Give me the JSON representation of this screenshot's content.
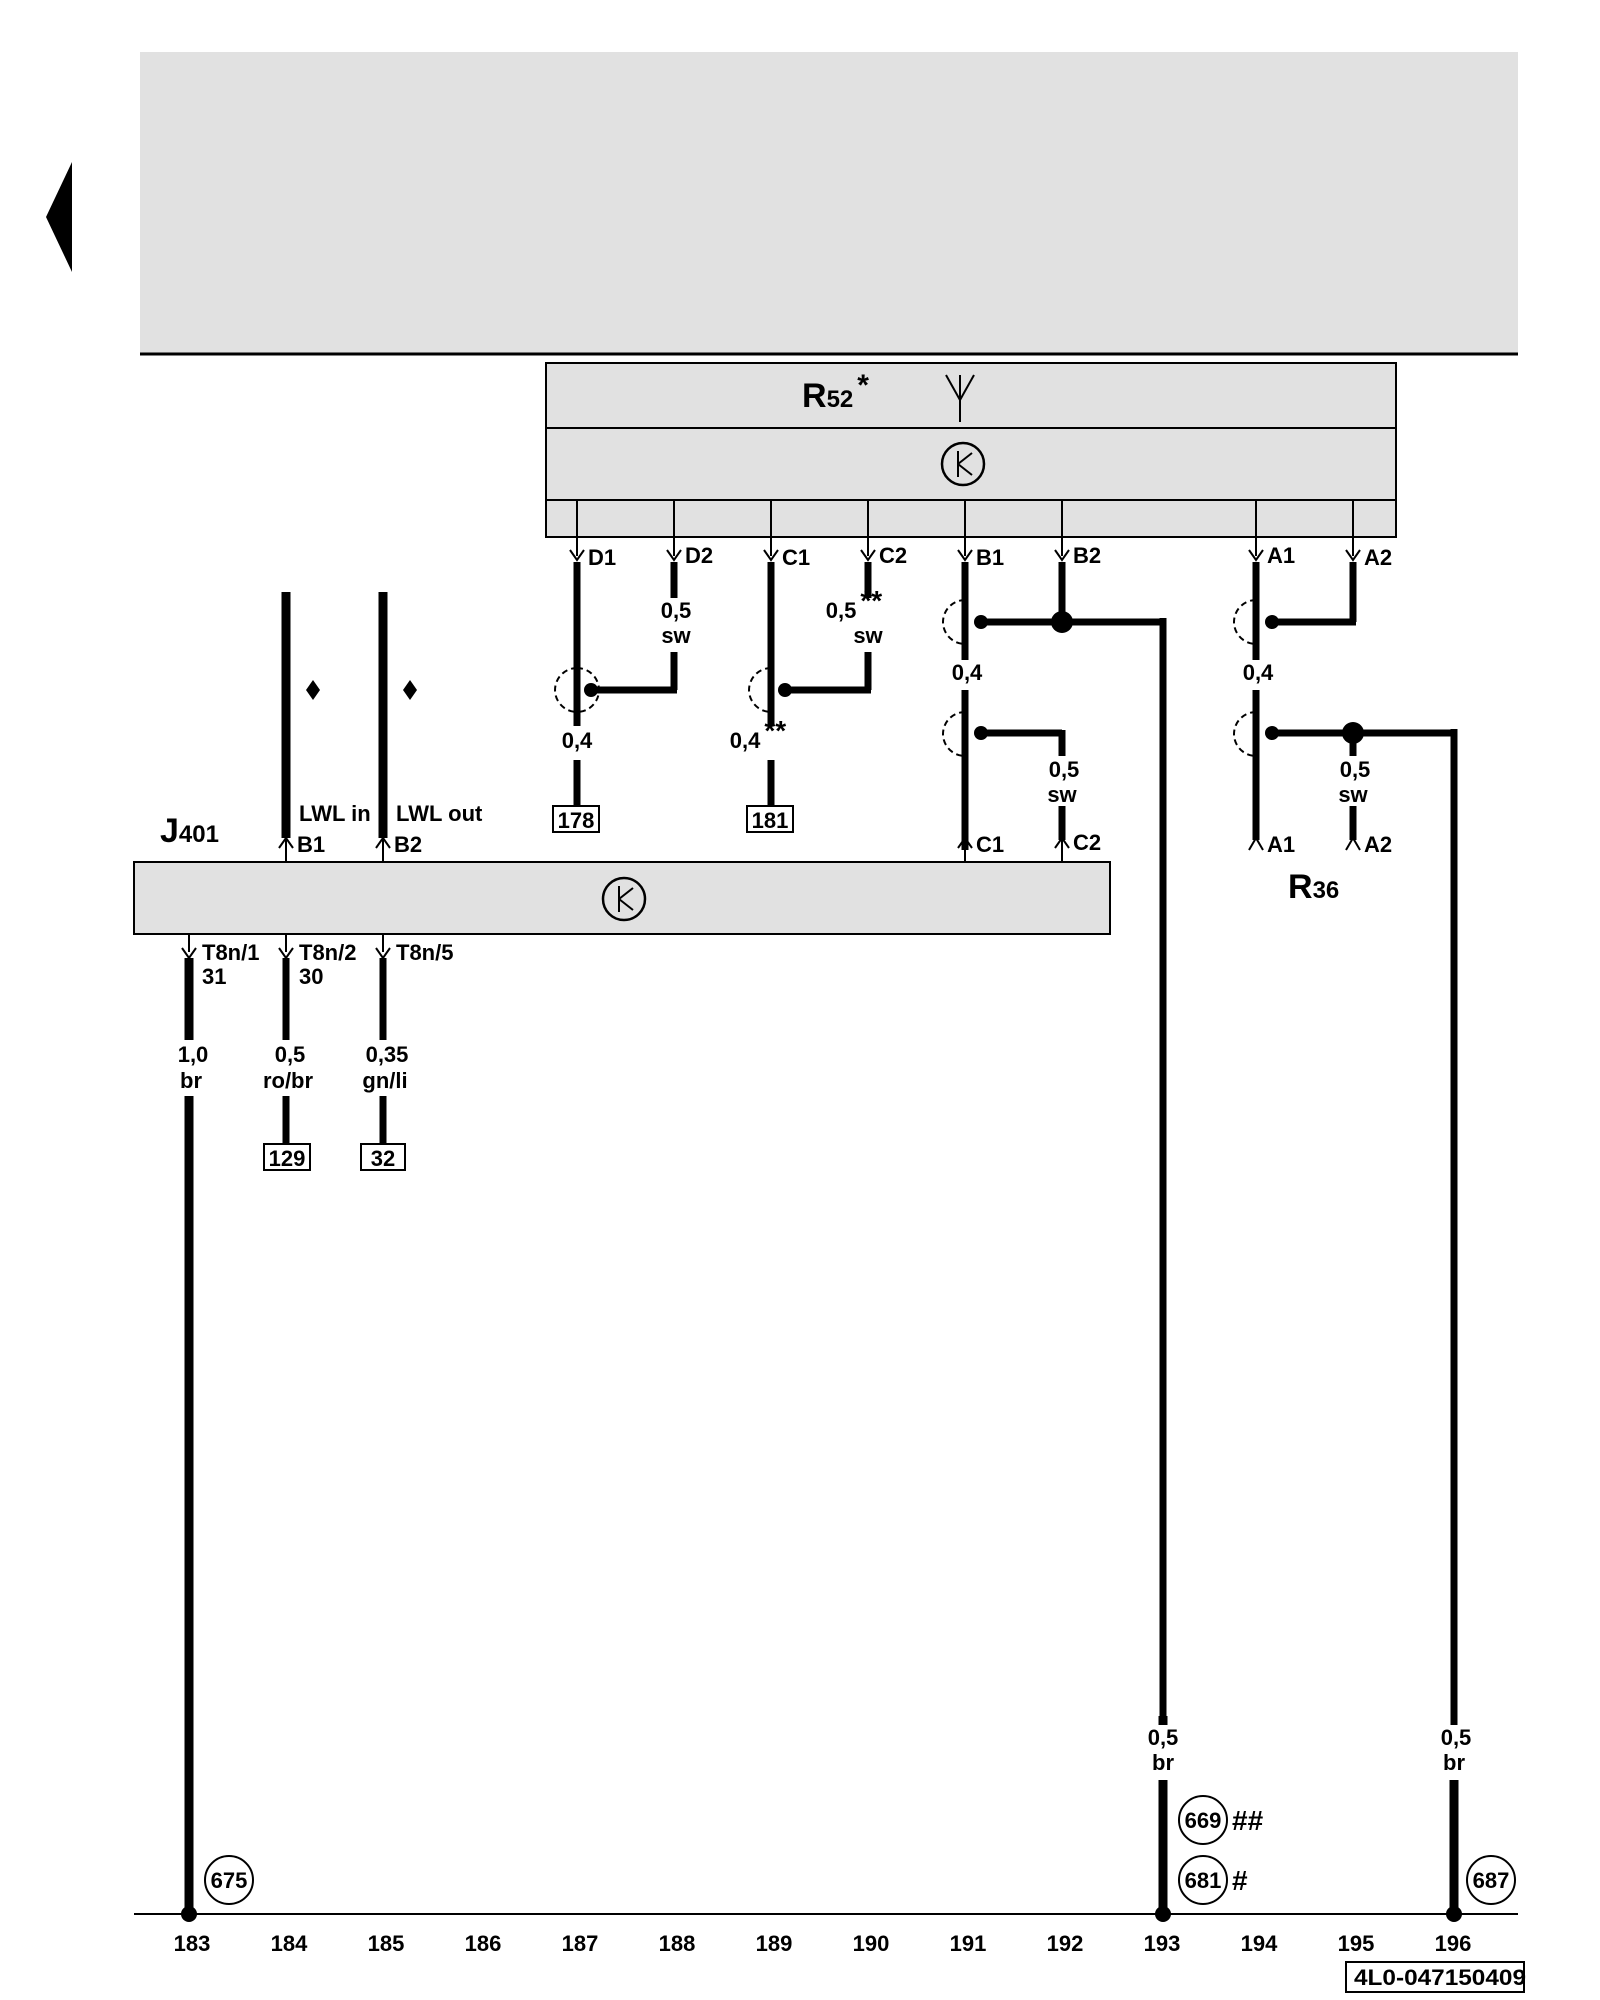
{
  "components": {
    "r52": {
      "letter": "R",
      "sub": "52",
      "mark": "*"
    },
    "j401": {
      "letter": "J",
      "sub": "401"
    },
    "r36": {
      "letter": "R",
      "sub": "36"
    }
  },
  "pins": {
    "r52_d1": "D1",
    "r52_d2": "D2",
    "r52_c1": "C1",
    "r52_c2": "C2",
    "r52_b1": "B1",
    "r52_b2": "B2",
    "r52_a1": "A1",
    "r52_a2": "A2",
    "j401_b1": "B1",
    "j401_b2": "B2",
    "j401_c1": "C1",
    "j401_c2": "C2",
    "j401_t1": "T8n/1",
    "j401_t2": "T8n/2",
    "j401_t5": "T8n/5",
    "j401_t1_term": "31",
    "j401_t2_term": "30",
    "r36_a1": "A1",
    "r36_a2": "A2"
  },
  "lwl": {
    "in": "LWL in",
    "out": "LWL out"
  },
  "wires": {
    "d2": {
      "size": "0,5",
      "color": "sw"
    },
    "c2": {
      "size": "0,5",
      "color": "sw",
      "mark": "**"
    },
    "d1": {
      "size": "0,4"
    },
    "c1": {
      "size": "0,4",
      "mark": "**"
    },
    "b1_upper": {
      "size": "0,4"
    },
    "c2_j401": {
      "size": "0,5",
      "color": "sw"
    },
    "a1_upper": {
      "size": "0,4"
    },
    "a2_r36": {
      "size": "0,5",
      "color": "sw"
    },
    "t1": {
      "size": "1,0",
      "color": "br"
    },
    "t2": {
      "size": "0,5",
      "color": "ro/br"
    },
    "t5": {
      "size": "0,35",
      "color": "gn/li"
    },
    "w193": {
      "size": "0,5",
      "color": "br"
    },
    "w196": {
      "size": "0,5",
      "color": "br"
    }
  },
  "refs": {
    "r178": "178",
    "r181": "181",
    "r129": "129",
    "r32": "32"
  },
  "grounds": {
    "g675": "675",
    "g669": "669",
    "g669_mark": "##",
    "g681": "681",
    "g681_mark": "#",
    "g687": "687"
  },
  "tracks": [
    "183",
    "184",
    "185",
    "186",
    "187",
    "188",
    "189",
    "190",
    "191",
    "192",
    "193",
    "194",
    "195",
    "196"
  ],
  "footer": {
    "code": "4L0-047150409"
  },
  "colors": {
    "header_fill": "#e1e1e1",
    "box_fill": "#e1e1e1",
    "line": "#000000"
  }
}
